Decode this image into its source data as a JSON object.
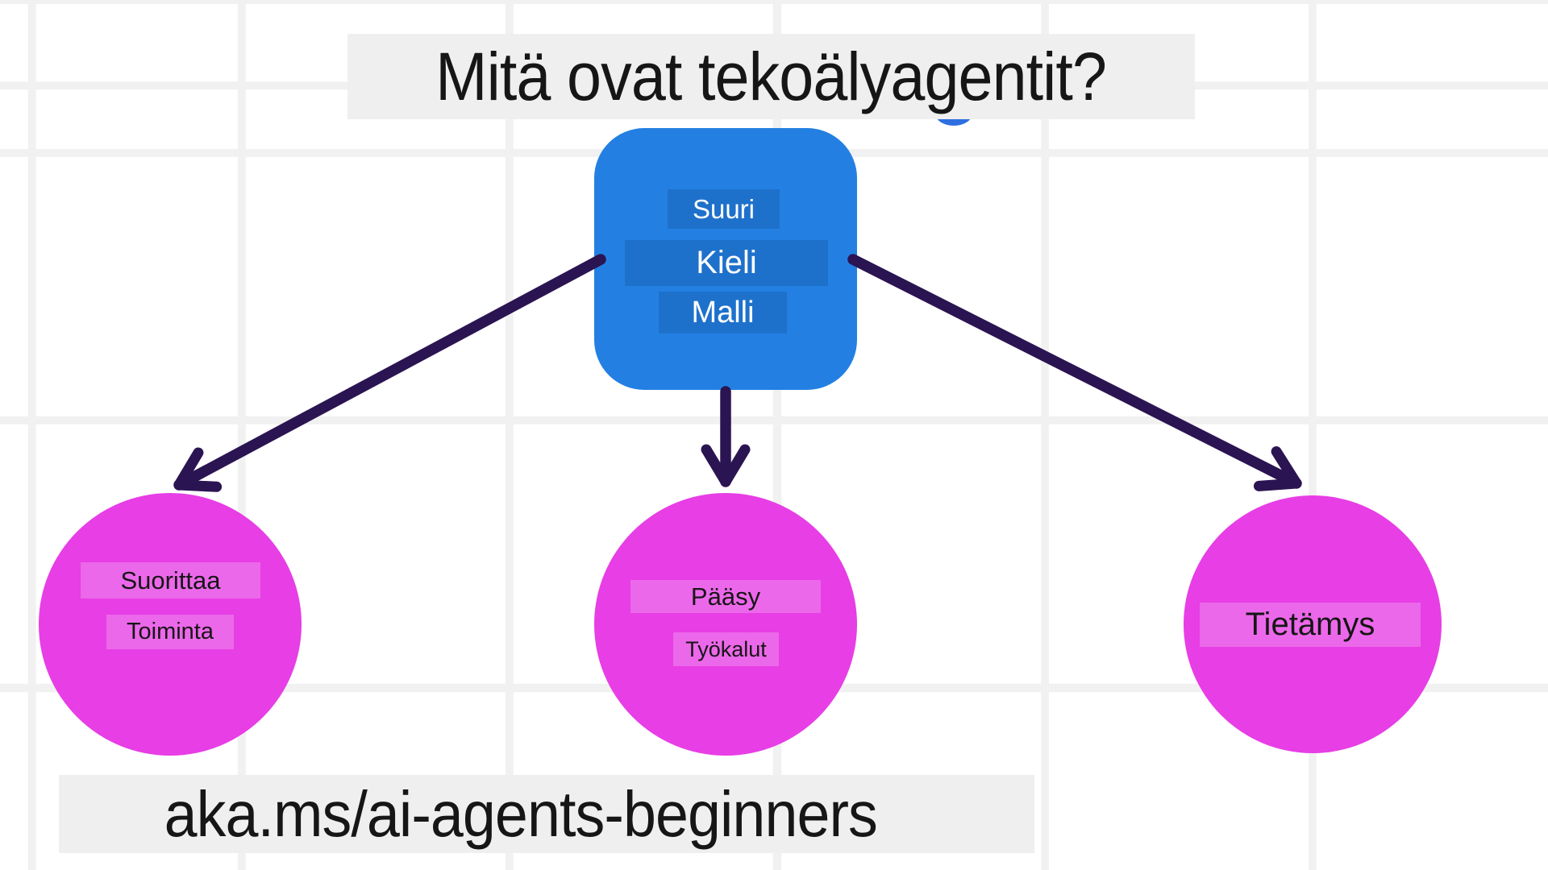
{
  "title": {
    "text": "Mitä ovat tekoälyagentit?"
  },
  "llm_box": {
    "lines": [
      "Suuri",
      "Kieli",
      "Malli"
    ]
  },
  "nodes": {
    "actions": {
      "lines": [
        "Suorittaa",
        "Toiminta"
      ]
    },
    "tools": {
      "lines": [
        "Pääsy",
        "Työkalut"
      ]
    },
    "knowledge": {
      "lines": [
        "Tietämys"
      ]
    }
  },
  "footer": {
    "text": "aka.ms/ai-agents-beginners"
  },
  "diagram": {
    "type": "mind-map",
    "root": "llm_box",
    "edges": [
      {
        "from": "llm_box",
        "to": "actions"
      },
      {
        "from": "llm_box",
        "to": "tools"
      },
      {
        "from": "llm_box",
        "to": "knowledge"
      }
    ]
  },
  "colors": {
    "canvas_background": "#ffffff",
    "grid_line": "#f1f1f1",
    "label_strip_gray": "#efefef",
    "text_dark": "#161616",
    "llm_box_blue": "#2380e2",
    "llm_strip_blue": "rgba(13,42,99,0.18)",
    "circle_magenta": "#e73ee5",
    "circle_strip_pink": "rgba(255,255,255,0.22)",
    "arrow_purple": "#2b1452",
    "node_text_white": "#ffffff",
    "arc_blue": "#2e6fe0"
  }
}
